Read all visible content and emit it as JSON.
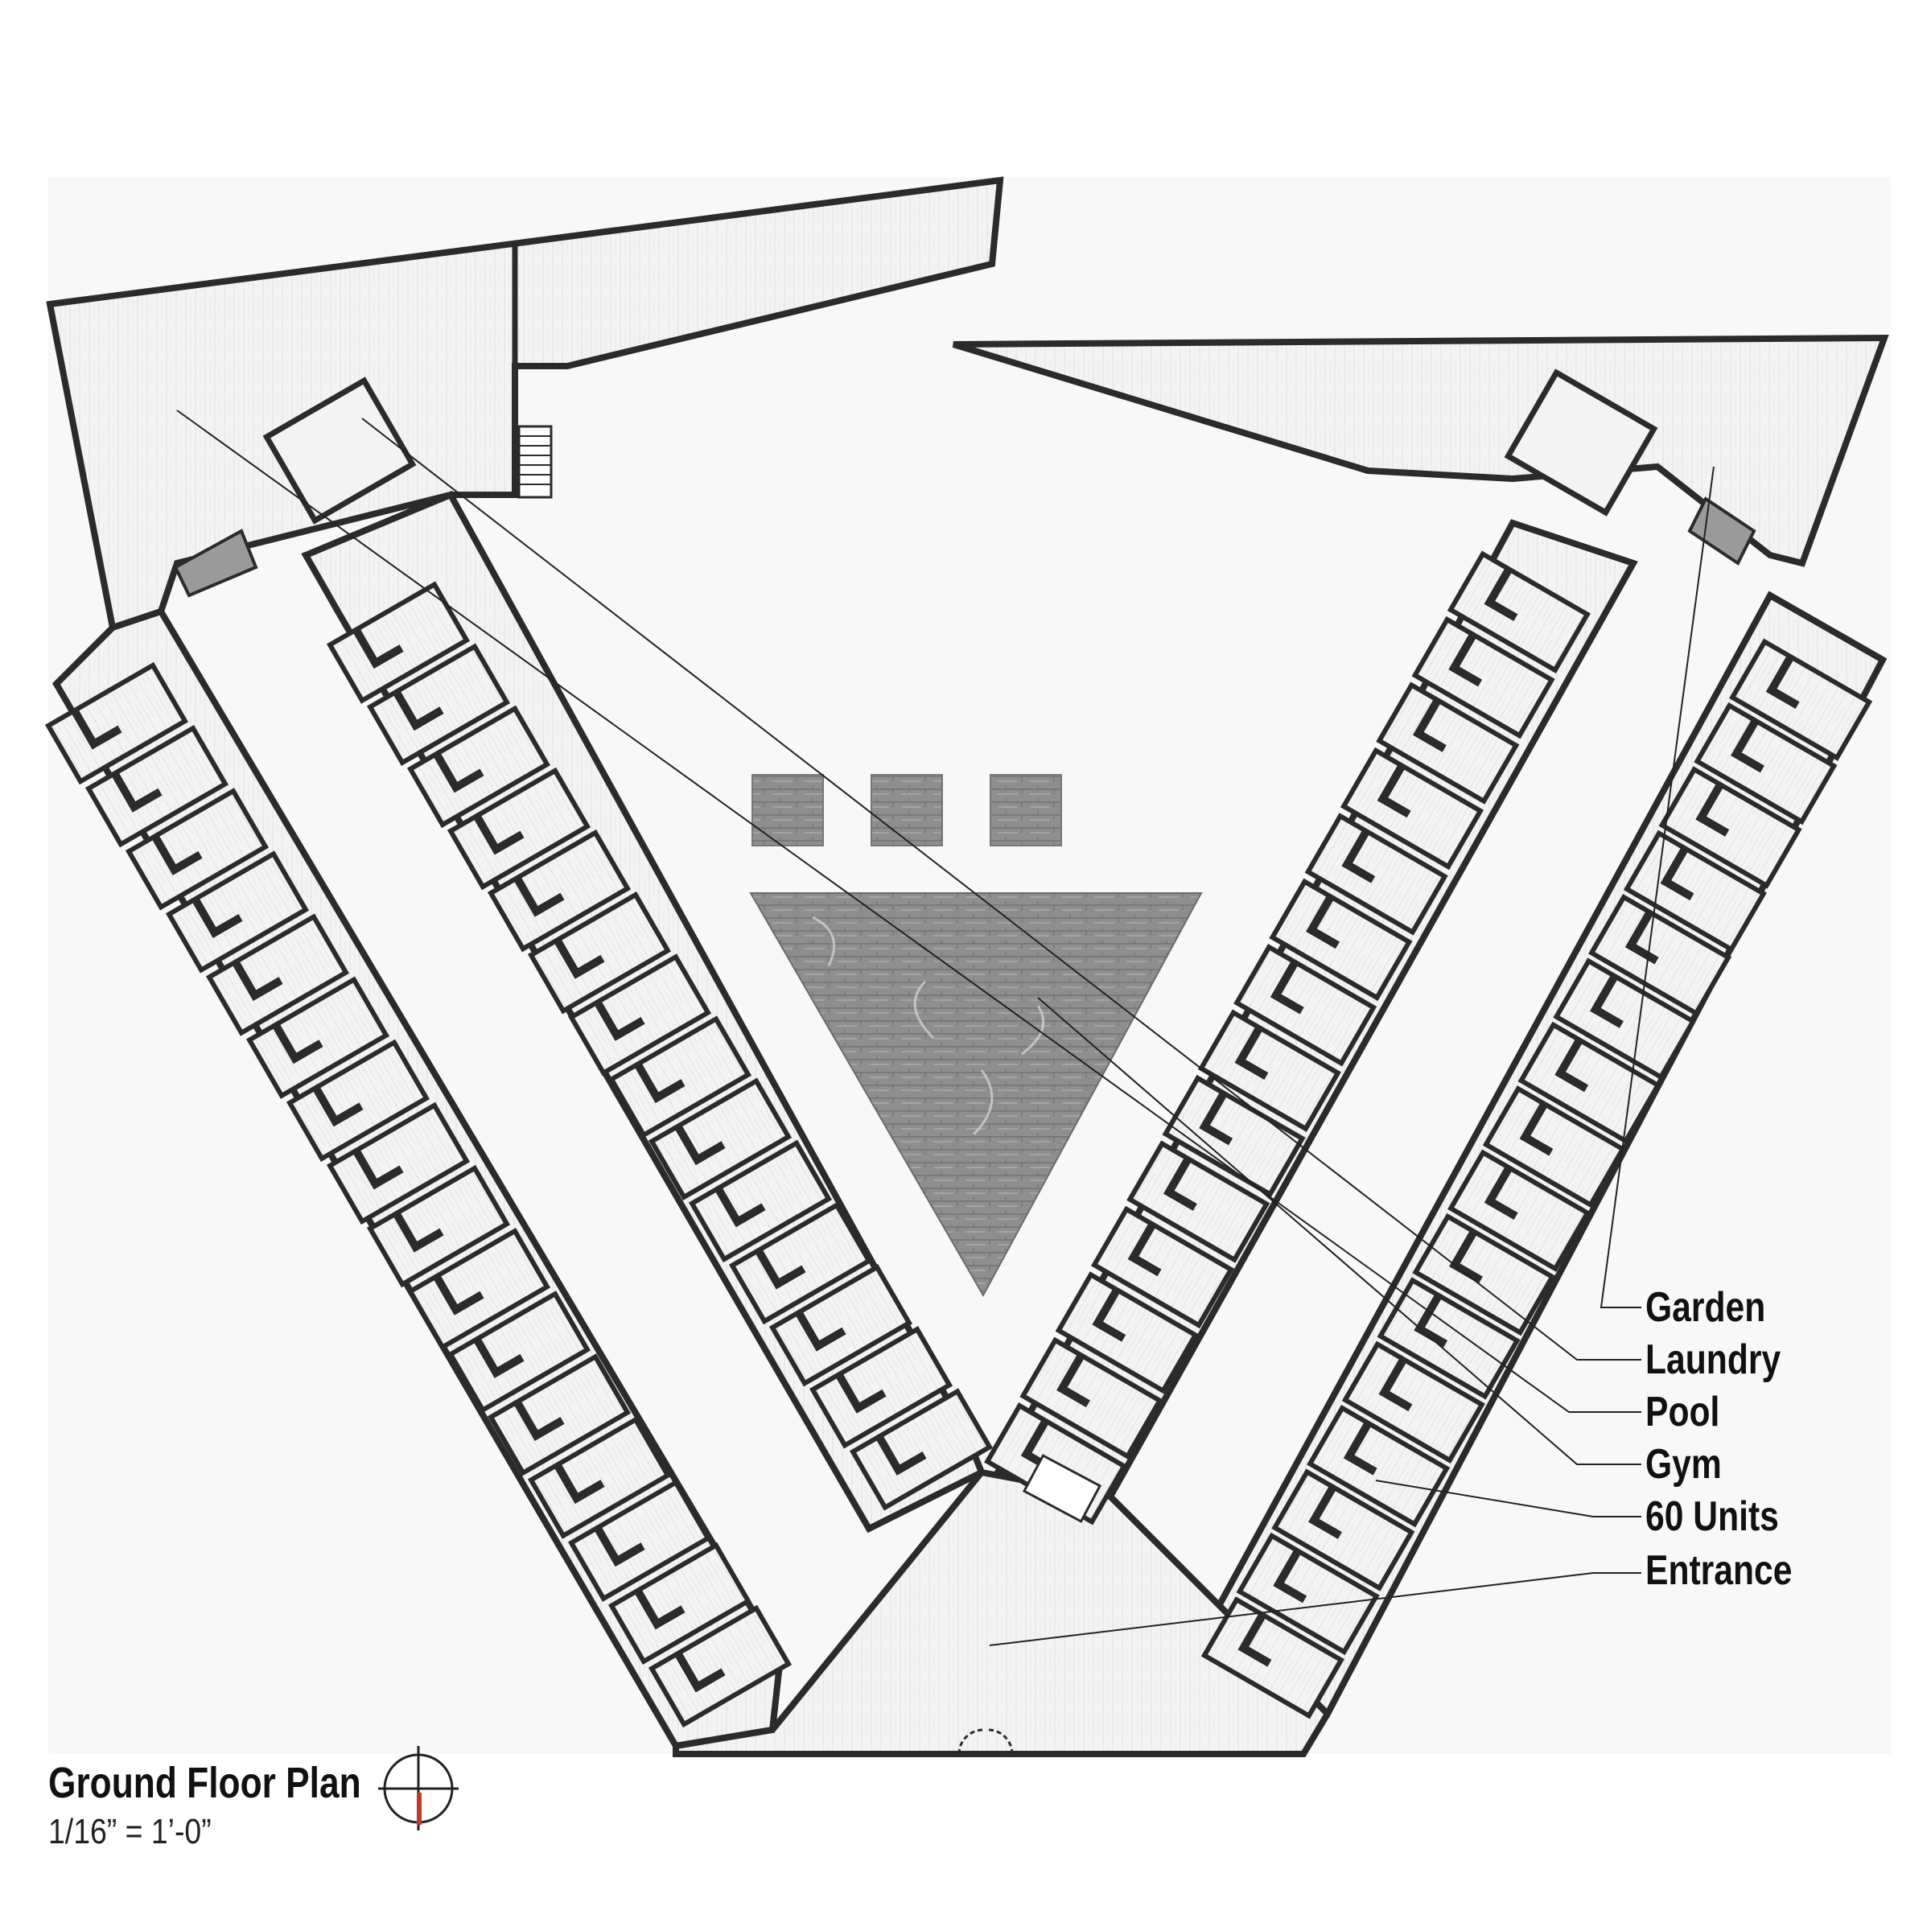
{
  "drawing": {
    "title": "Ground Floor Plan",
    "scale": "1/16” = 1’-0”"
  },
  "callouts": [
    {
      "id": "garden",
      "label": "Garden"
    },
    {
      "id": "laundry",
      "label": "Laundry"
    },
    {
      "id": "pool",
      "label": "Pool"
    },
    {
      "id": "gym",
      "label": "Gym"
    },
    {
      "id": "units",
      "label": "60 Units"
    },
    {
      "id": "entrance",
      "label": "Entrance"
    }
  ],
  "colors": {
    "wall": "#2b2b2b",
    "wall_fill": "#9a9a9a",
    "floor": "#f2f2f2",
    "water": "#8c8c8c",
    "text": "#111111",
    "north_marker": "#c0392b"
  },
  "symbols": [
    "north-arrow-icon"
  ]
}
